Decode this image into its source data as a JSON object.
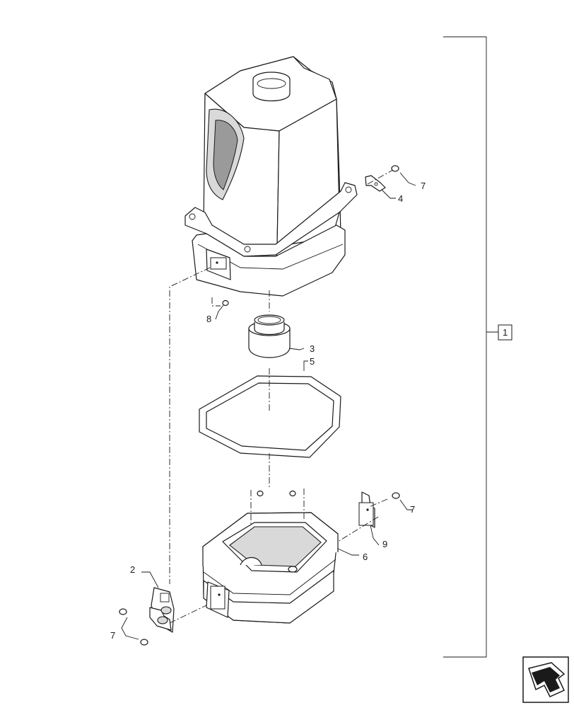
{
  "diagram": {
    "callouts": {
      "c1": "1",
      "c2": "2",
      "c3": "3",
      "c4": "4",
      "c5": "5",
      "c6": "6",
      "c7a": "7",
      "c7b": "7",
      "c7c": "7",
      "c8": "8",
      "c9": "9"
    },
    "nav_icon": "navigate-arrow-icon"
  }
}
